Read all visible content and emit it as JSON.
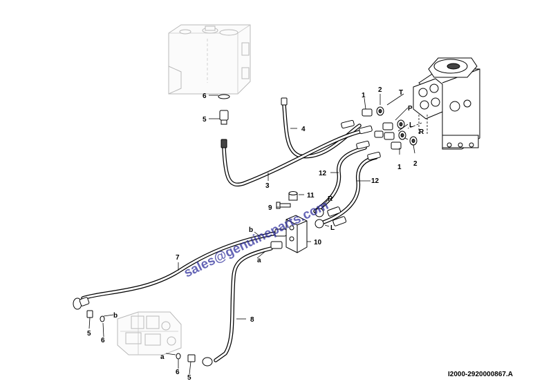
{
  "diagram": {
    "reference_code": "I2000-2920000867.A",
    "watermark": "sales@genuineparts.com"
  },
  "callouts": {
    "c1a": "1",
    "c2a": "2",
    "cT": "T",
    "cP": "P",
    "cL1": "L",
    "cR1": "R",
    "c1b": "1",
    "c2b": "2",
    "c12a": "12",
    "c12b": "12",
    "c4": "4",
    "c3": "3",
    "c6a": "6",
    "c5a": "5",
    "c11": "11",
    "c9": "9",
    "cR2": "R",
    "cL2": "L",
    "cb1": "b",
    "c10": "10",
    "ca1": "a",
    "c7": "7",
    "c8": "8",
    "cb2": "b",
    "c5b": "5",
    "c6b": "6",
    "ca2": "a",
    "c6c": "6",
    "c5c": "5"
  }
}
